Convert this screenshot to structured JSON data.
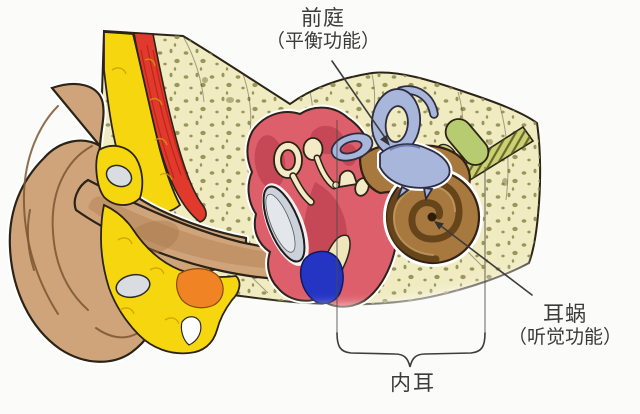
{
  "figure": {
    "type": "ear-anatomy-diagram",
    "labels": {
      "vestibule": {
        "title": "前庭",
        "subtitle": "（平衡功能）"
      },
      "cochlea": {
        "title": "耳蜗",
        "subtitle": "（听觉功能）"
      },
      "inner_ear": {
        "title": "内耳"
      }
    },
    "palette": {
      "bg": "#fbfbfa",
      "bone": "#f0ebc1",
      "speckle": "#8d8d50",
      "pinna": "#d0a47a",
      "pinna-shade": "#a87a4e",
      "fat": "#f6d70f",
      "fat-chunk": "#d09c00",
      "muscle": "#e13a2c",
      "cavity": "#dd5f6b",
      "cavity-dark": "#c64856",
      "ossicle": "#f3eac6",
      "eardrum": "#cbd2da",
      "canal-blue": "#a9b6dc",
      "canal-blue-dark": "#5e6fa8",
      "cochlea-brown": "#a8793f",
      "cochlea-dark": "#5e3f17",
      "nerve": "#cbd172",
      "nerve-green": "#b7cc70",
      "tube-blue": "#2435c4",
      "orange": "#f08424",
      "outline": "#2b2317",
      "line": "#3d3d3d",
      "label-text": "#3b3b3b"
    }
  }
}
